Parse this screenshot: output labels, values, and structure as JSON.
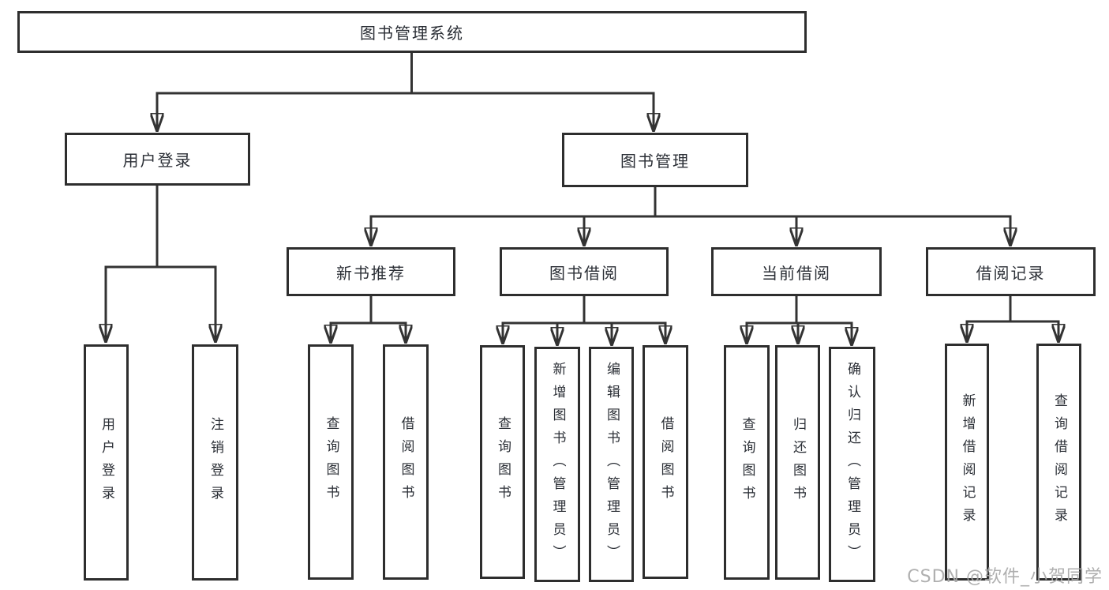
{
  "diagram": {
    "root": {
      "label": "图书管理系统"
    },
    "user_login": {
      "label": "用户登录",
      "children": {
        "login": "用户登录",
        "logout": "注销登录"
      }
    },
    "book_management": {
      "label": "图书管理",
      "new_book_recommend": {
        "label": "新书推荐",
        "children": {
          "query_book": "查询图书",
          "borrow_book": "借阅图书"
        }
      },
      "book_borrow": {
        "label": "图书借阅",
        "children": {
          "query_book": "查询图书",
          "add_book": "新增图书（管理员）",
          "edit_book": "编辑图书（管理员）",
          "borrow_book": "借阅图书"
        }
      },
      "current_borrow": {
        "label": "当前借阅",
        "children": {
          "query_book": "查询图书",
          "return_book": "归还图书",
          "confirm_return": "确认归还（管理员）"
        }
      },
      "borrow_record": {
        "label": "借阅记录",
        "children": {
          "add_record": "新增借阅记录",
          "query_record": "查询借阅记录"
        }
      }
    },
    "colors": {
      "line": "#333333",
      "box_border": "#2e2e2e",
      "text": "#2b2f36",
      "watermark": "#a8a8a8",
      "background": "#ffffff"
    }
  },
  "watermark": {
    "text": "CSDN @软件_小贺同学"
  }
}
